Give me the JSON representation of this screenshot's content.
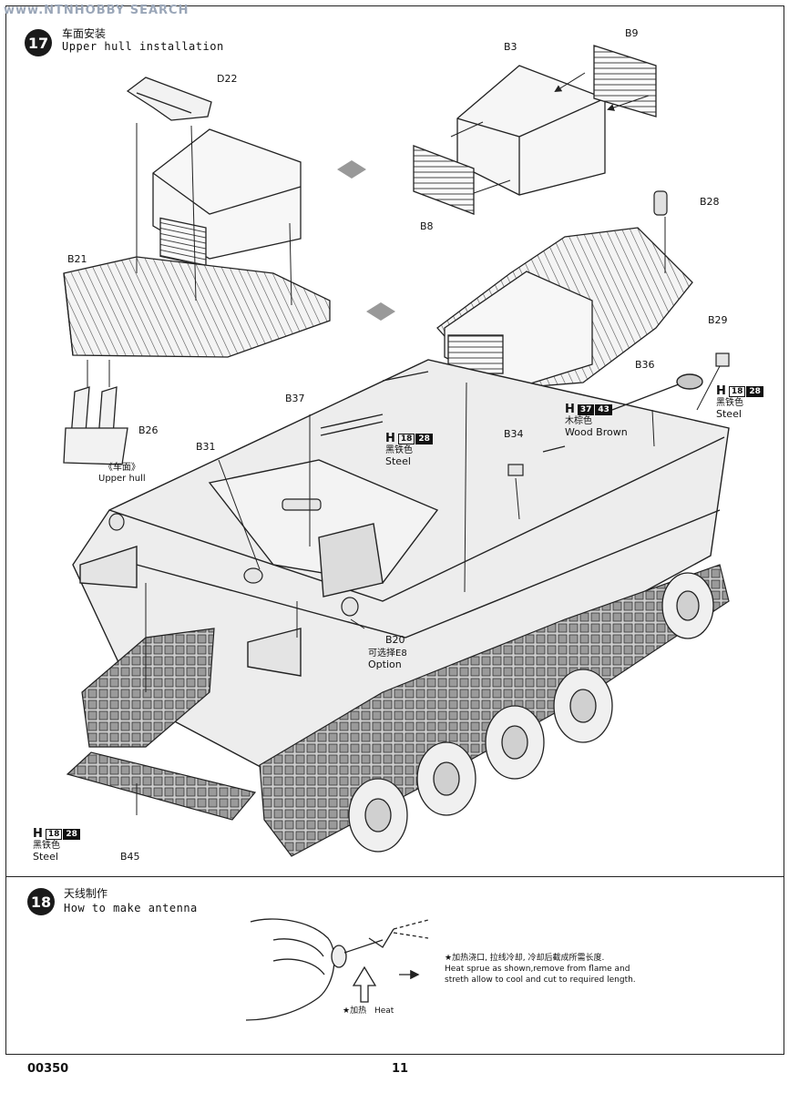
{
  "watermark": "www.NTNHOBBY SEARCH",
  "step17": {
    "number": "17",
    "title_cn": "车面安装",
    "title_en": "Upper hull installation",
    "sub_label_cn": "《车面》",
    "sub_label_en": "Upper hull",
    "parts": {
      "d22": "D22",
      "b21": "B21",
      "b26": "B26",
      "b3": "B3",
      "b9": "B9",
      "b8": "B8",
      "b28": "B28",
      "b29": "B29",
      "b36": "B36",
      "b37": "B37",
      "b31": "B31",
      "b34": "B34",
      "b20": "B20",
      "b45": "B45"
    },
    "b20_option_cn": "可选择E8",
    "b20_option_en": "Option",
    "paint_steel_1": {
      "letter": "H",
      "codes": [
        "18",
        "28"
      ],
      "name_cn": "黑铁色",
      "name_en": "Steel"
    },
    "paint_wood": {
      "letter": "H",
      "codes": [
        "37",
        "43"
      ],
      "name_cn": "木棕色",
      "name_en": "Wood Brown"
    },
    "paint_steel_2": {
      "letter": "H",
      "codes": [
        "18",
        "28"
      ],
      "name_cn": "黑铁色",
      "name_en": "Steel"
    },
    "paint_steel_3": {
      "letter": "H",
      "codes": [
        "18",
        "28"
      ],
      "name_cn": "黑铁色",
      "name_en": "Steel"
    }
  },
  "step18": {
    "number": "18",
    "title_cn": "天线制作",
    "title_en": "How to make antenna",
    "note_cn": "★加热浇口, 拉线冷却, 冷却后截成所需长度.",
    "note_en_1": "Heat sprue as shown,remove from flame and",
    "note_en_2": "streth allow to cool and cut to required length.",
    "heat_cn": "★加热",
    "heat_en": "Heat"
  },
  "footer": {
    "code": "00350",
    "page": "11"
  }
}
